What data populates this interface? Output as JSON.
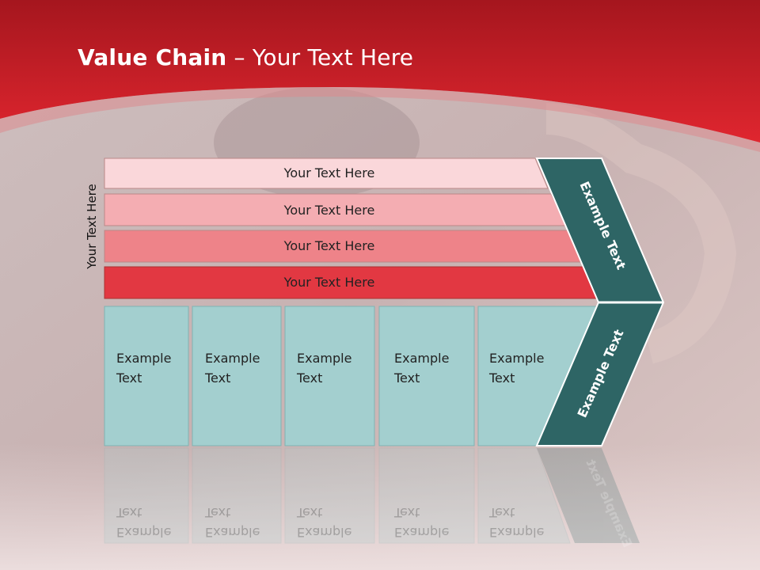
{
  "title": {
    "bold": "Value Chain",
    "rest": " – Your Text Here"
  },
  "side_label": "Your Text Here",
  "bars": [
    {
      "label": "Your Text Here",
      "color": "#fad7da"
    },
    {
      "label": "Your Text Here",
      "color": "#f4adb2"
    },
    {
      "label": "Your Text Here",
      "color": "#ee8389"
    },
    {
      "label": "Your Text Here",
      "color": "#e23842"
    }
  ],
  "boxes": [
    {
      "label": "Example\nText"
    },
    {
      "label": "Example\nText"
    },
    {
      "label": "Example\nText"
    },
    {
      "label": "Example\nText"
    },
    {
      "label": "Example\nText"
    }
  ],
  "chevron_top": "Example Text",
  "chevron_bottom": "Example Text",
  "colors": {
    "header": "#d8232f",
    "teal_box": "#a3cfcf",
    "teal_dark": "#2e6565"
  }
}
